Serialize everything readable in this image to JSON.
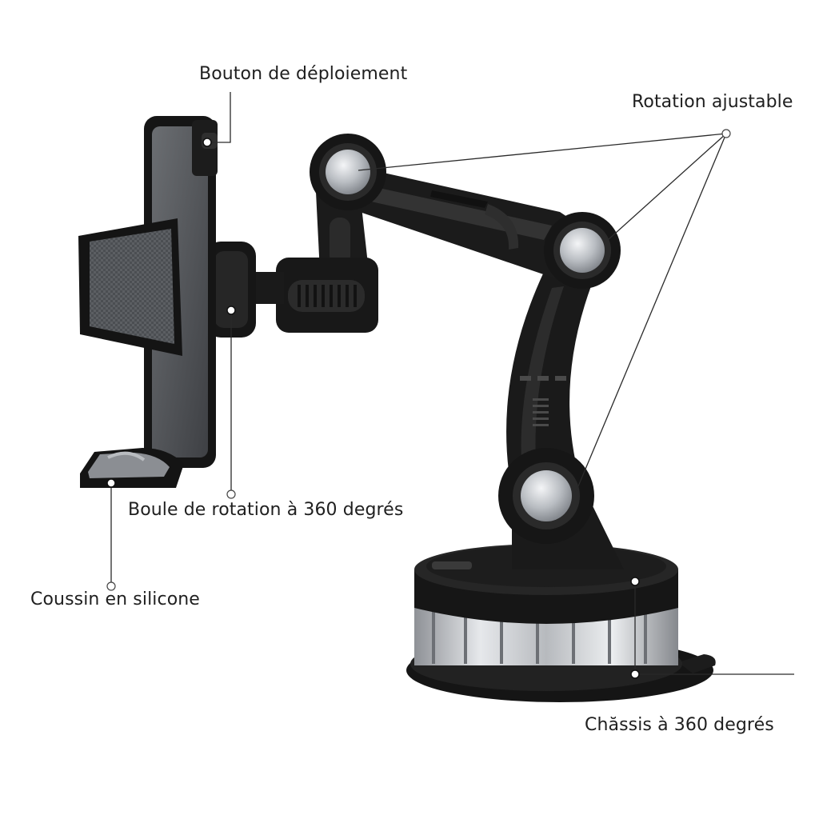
{
  "callouts": {
    "deploy_button": "Bouton de déploiement",
    "adjustable_rotation": "Rotation ajustable",
    "rotation_ball": "Boule de rotation à 360 degrés",
    "silicone_cushion": "Coussin en silicone",
    "chassis": "Chăssis à 360 degrés"
  },
  "colors": {
    "background": "#ffffff",
    "body": "#1b1b1b",
    "panel": "#55585c",
    "metal": "#c9ccd0",
    "leader": "#2a2a2a"
  }
}
